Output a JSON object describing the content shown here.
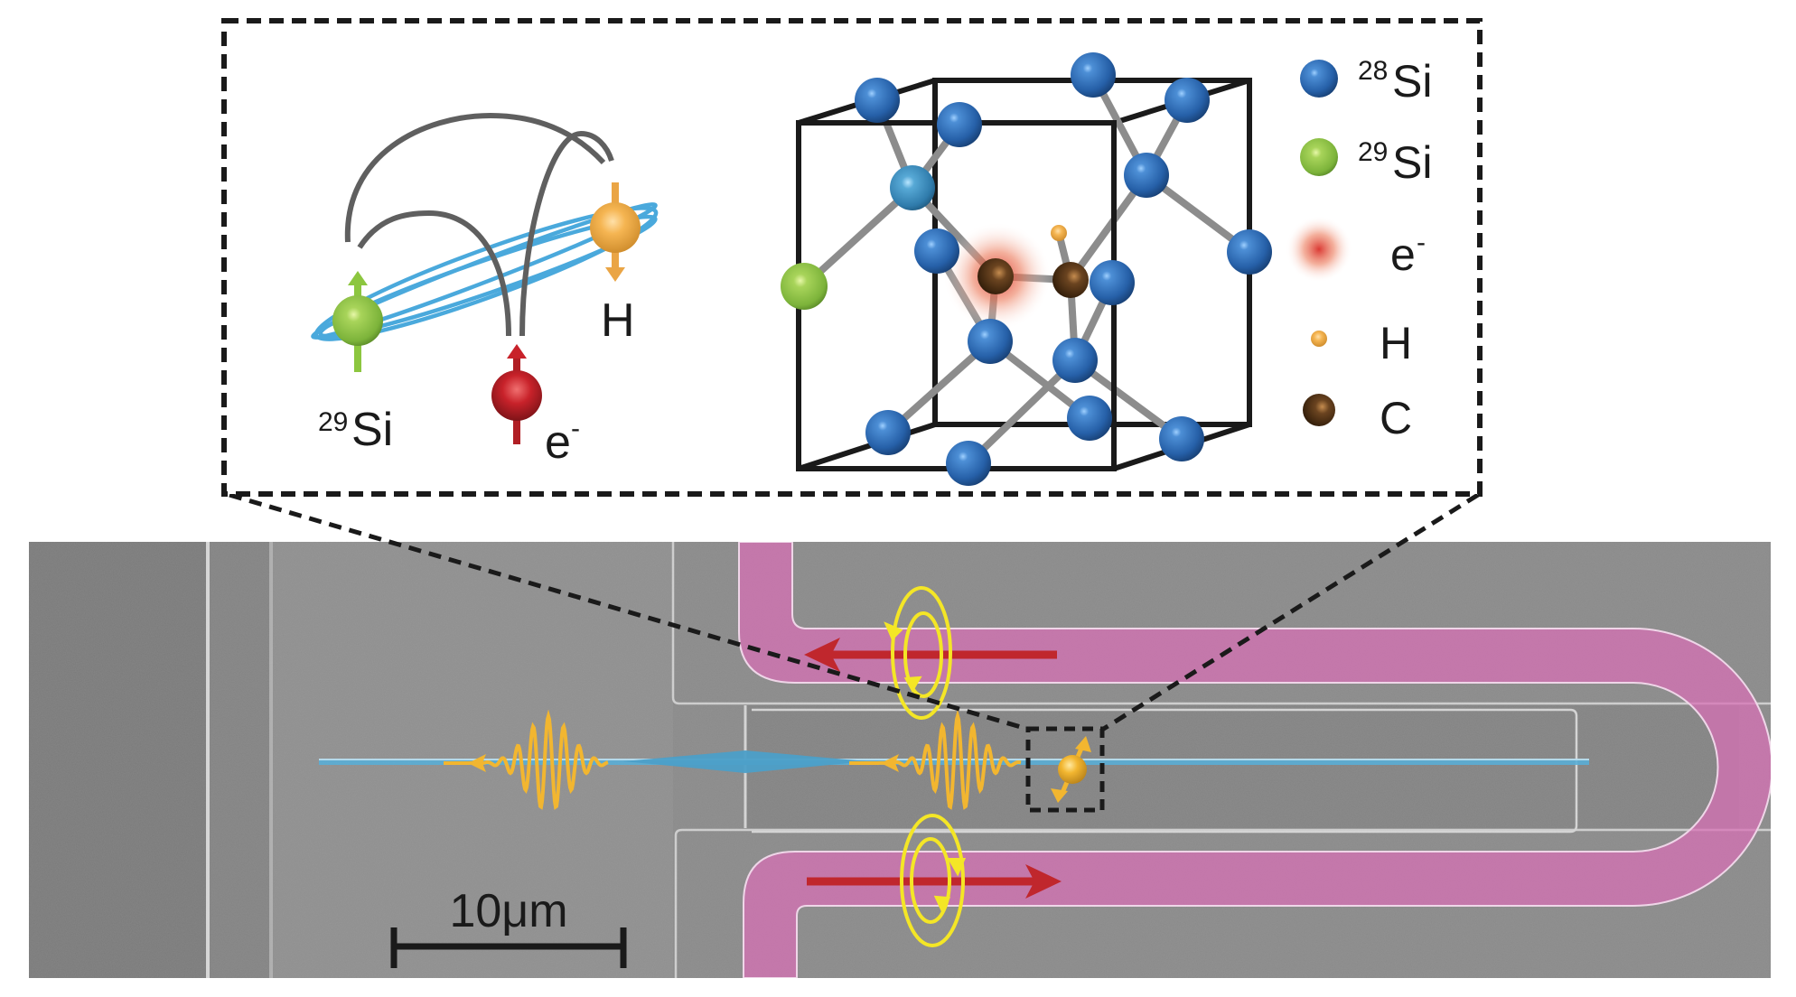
{
  "figure": {
    "type": "schematic with SEM micrograph",
    "inset": {
      "spin_diagram": {
        "labels": {
          "si29_mass": "29",
          "si29_symbol": "Si",
          "electron_symbol": "e",
          "electron_charge": "-",
          "hydrogen": "H"
        },
        "spins": [
          {
            "name": "29Si",
            "color": "#8cc63f",
            "direction": "up"
          },
          {
            "name": "e-",
            "color": "#c8222a",
            "direction": "up"
          },
          {
            "name": "H",
            "color": "#f5b552",
            "direction": "down"
          }
        ],
        "coupling_arc_color": "#5a5a5a",
        "orbit_color": "#4aa9dc"
      },
      "lattice": {
        "description": "silicon unit cell with C-C-H defect",
        "bond_color": "#8c8c8c",
        "cell_color": "#1a1a1a"
      },
      "legend": [
        {
          "mass": "28",
          "symbol": "Si",
          "color": "#2a6db5",
          "kind": "sphere"
        },
        {
          "mass": "29",
          "symbol": "Si",
          "color": "#8cc63f",
          "kind": "sphere"
        },
        {
          "mass": "",
          "symbol": "e",
          "charge": "-",
          "color": "#d9402a",
          "kind": "glow"
        },
        {
          "mass": "",
          "symbol": "H",
          "color": "#f5b552",
          "kind": "small-sphere"
        },
        {
          "mass": "",
          "symbol": "C",
          "color": "#5a3614",
          "kind": "sphere"
        }
      ]
    },
    "sem": {
      "scale_bar_label": "10μm",
      "waveguide_color": "#5aaed6",
      "microwave_line_color": "#d670b4",
      "current_arrow_color": "#c0272d",
      "field_loop_color": "#f4e626",
      "photon_pulse_color": "#f2b630",
      "current_directions": [
        "left",
        "right"
      ]
    }
  }
}
